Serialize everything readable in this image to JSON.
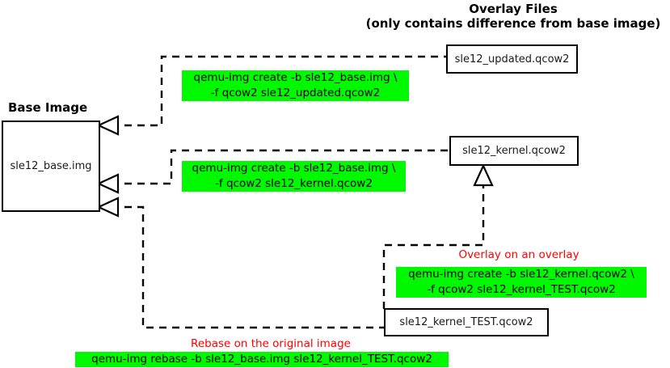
{
  "titles": {
    "overlay_line1": "Overlay Files",
    "overlay_line2": "(only contains difference from base image)",
    "base_image": "Base Image"
  },
  "boxes": {
    "base": "sle12_base.img",
    "updated": "sle12_updated.qcow2",
    "kernel": "sle12_kernel.qcow2",
    "kernel_test": "sle12_kernel_TEST.qcow2"
  },
  "commands": {
    "create_updated_l1": "qemu-img create -b sle12_base.img \\",
    "create_updated_l2": "-f qcow2 sle12_updated.qcow2",
    "create_kernel_l1": "qemu-img create -b sle12_base.img \\",
    "create_kernel_l2": "-f qcow2 sle12_kernel.qcow2",
    "create_kernel_test_l1": "qemu-img create -b sle12_kernel.qcow2 \\",
    "create_kernel_test_l2": "-f qcow2 sle12_kernel_TEST.qcow2",
    "rebase": "qemu-img rebase -b sle12_base.img sle12_kernel_TEST.qcow2"
  },
  "notes": {
    "overlay_on_overlay": "Overlay on an overlay",
    "rebase_on_original": "Rebase on the original image"
  },
  "colors": {
    "highlight": "#00f900",
    "note": "#ff0000",
    "line": "#000000",
    "box_border": "#000000"
  },
  "icons": {
    "arrowhead_base_top": "hollow-triangle-left-icon",
    "arrowhead_base_mid": "hollow-triangle-left-icon",
    "arrowhead_base_bottom": "hollow-triangle-left-icon",
    "arrowhead_kernel_bottom": "hollow-triangle-up-icon"
  }
}
